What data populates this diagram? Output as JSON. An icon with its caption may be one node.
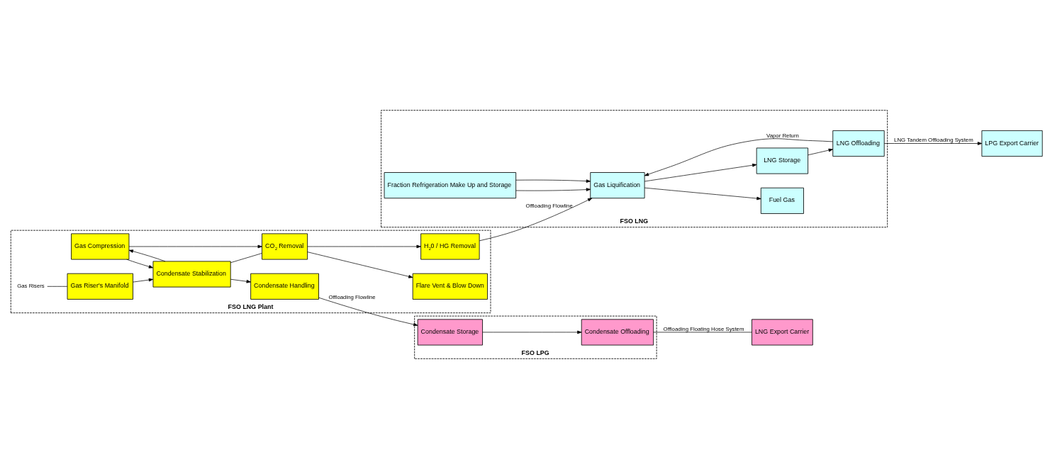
{
  "diagram": {
    "nodes": [
      {
        "text": [
          "FSO LNG Plant"
        ]
      },
      {
        "text": [
          "Flare Vent & Blow Down"
        ],
        "in": 0
      },
      {
        "text": [
          "Gas Compression"
        ],
        "in": 0
      },
      {
        "text": [
          "CO$_{2}$ Removal"
        ],
        "in": 0
      },
      {
        "text": [
          "H$_{2}$0 / HG Removal"
        ],
        "in": 0
      },
      {
        "text": [
          "Gas Riser's Manifold"
        ],
        "in": 0
      },
      {
        "text": [
          "Condensate Stabilization"
        ],
        "in": 0
      },
      {
        "text": [
          "Condensate Handling"
        ],
        "in": 0
      },
      {
        "text": [
          "Gas Risers"
        ],
        "in": 0
      },
      {
        "text": [
          "FSO LNG"
        ]
      },
      {
        "text": [
          "Fraction Refrigeration Make Up and Storage"
        ],
        "in": 9
      },
      {
        "text": [
          "Fuel Gas"
        ],
        "in": 9
      },
      {
        "text": [
          "Gas Liquification"
        ],
        "in": 9
      },
      {
        "text": [
          "LNG Storage"
        ],
        "in": 9
      },
      {
        "text": [
          "LNG Offloading"
        ],
        "in": 9
      },
      {
        "text": [
          "LPG Export Carrier"
        ]
      },
      {
        "text": [
          "FSO LPG"
        ]
      },
      {
        "text": [
          "Condensate Storage"
        ],
        "in": 16
      },
      {
        "text": [
          "Condensate Offloading"
        ],
        "in": 16
      },
      {
        "text": [
          "LNG Export Carrier"
        ]
      }
    ],
    "edges": [
      {
        "from": 8,
        "to": 5,
        "arrow": "none"
      },
      {
        "from": 2,
        "to": 3,
        "arrow": "to"
      },
      {
        "from": 3,
        "to": 1,
        "arrow": "to"
      },
      {
        "from": 3,
        "to": 4,
        "arrow": "to"
      },
      {
        "from": 2,
        "to": 6,
        "arrow": "to"
      },
      {
        "from": 6,
        "to": 2,
        "arrow": "to"
      },
      {
        "from": 5,
        "to": 6,
        "arrow": "to"
      },
      {
        "from": 6,
        "to": 3,
        "arrow": "none"
      },
      {
        "from": 6,
        "to": 7,
        "arrow": "to"
      },
      {
        "from": 4,
        "to": 12,
        "arrow": "to",
        "label": "Offloading Flowline"
      },
      {
        "from": 7,
        "to": 17,
        "arrow": "to",
        "label": "Offloading Flowline"
      },
      {
        "from": 10,
        "to": 12,
        "arrow": "to"
      },
      {
        "from": 10,
        "to": 12,
        "arrow": "to"
      },
      {
        "from": 12,
        "to": 11,
        "arrow": "to"
      },
      {
        "from": 12,
        "to": 13,
        "arrow": "to"
      },
      {
        "from": 13,
        "to": 14,
        "arrow": "to"
      },
      {
        "from": 14,
        "to": 12,
        "arrow": "to",
        "label": "Vapor Return"
      },
      {
        "from": 14,
        "to": 15,
        "arrow": "to",
        "label": "LNG Tandem Offloading System"
      },
      {
        "from": 17,
        "to": 18,
        "arrow": "to"
      },
      {
        "from": 18,
        "to": 19,
        "arrow": "none",
        "label": "Offloading Floating Hose System"
      }
    ]
  }
}
